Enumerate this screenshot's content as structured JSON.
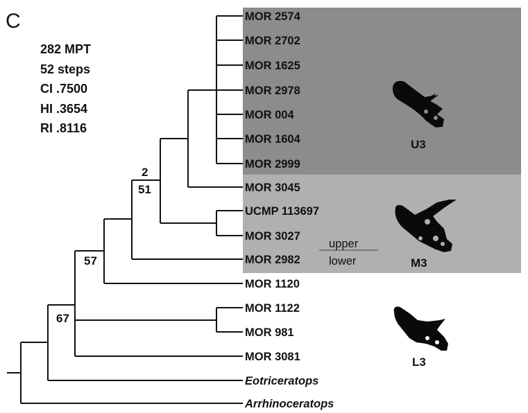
{
  "panel_label": "C",
  "stats": [
    "282 MPT",
    "52 steps",
    "CI .7500",
    "HI .3654",
    "RI .8116"
  ],
  "taxa": [
    {
      "name": "MOR 2574",
      "italic": false
    },
    {
      "name": "MOR 2702",
      "italic": false
    },
    {
      "name": "MOR 1625",
      "italic": false
    },
    {
      "name": "MOR 2978",
      "italic": false
    },
    {
      "name": "MOR 004",
      "italic": false
    },
    {
      "name": "MOR 1604",
      "italic": false
    },
    {
      "name": "MOR 2999",
      "italic": false
    },
    {
      "name": "MOR 3045",
      "italic": false
    },
    {
      "name": "UCMP 113697",
      "italic": false
    },
    {
      "name": "MOR 3027",
      "italic": false
    },
    {
      "name": "MOR 2982",
      "italic": false
    },
    {
      "name": "MOR 1120",
      "italic": false
    },
    {
      "name": "MOR 1122",
      "italic": false
    },
    {
      "name": "MOR 981",
      "italic": false
    },
    {
      "name": "MOR 3081",
      "italic": false
    },
    {
      "name": "Eotriceratops",
      "italic": true
    },
    {
      "name": "Arrhinoceratops",
      "italic": true
    }
  ],
  "node_support": {
    "n51_top": "2",
    "n51_bottom": "51",
    "n57": "57",
    "n67": "67"
  },
  "zones": [
    {
      "label": "U3",
      "color": "#8c8c8c"
    },
    {
      "label": "M3",
      "color": "#b0b0b0"
    },
    {
      "label": "L3"
    }
  ],
  "boundary": {
    "upper": "upper",
    "lower": "lower"
  },
  "colors": {
    "line": "#111111"
  }
}
